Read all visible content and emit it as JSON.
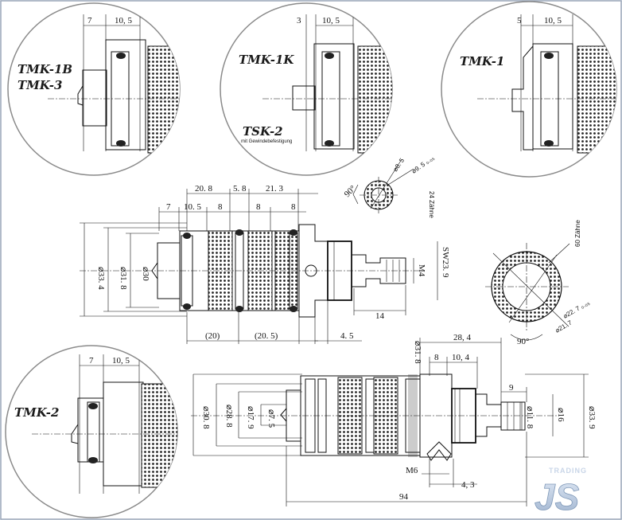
{
  "labels": {
    "tmk1b": "TMK-1B",
    "tmk3": "TMK-3",
    "tmk1k": "TMK-1K",
    "tsk2": "TSK-2",
    "tsk2_sub": "mit Gewindebefestigung",
    "tmk1": "TMK-1",
    "tmk2": "TMK-2"
  },
  "detail_circles": {
    "c1": {
      "d1": "7",
      "d2": "10, 5"
    },
    "c2": {
      "d1": "3",
      "d2": "10, 5"
    },
    "c3": {
      "d1": "5",
      "d2": "10, 5"
    },
    "c4": {
      "d1": "7",
      "d2": "10, 5"
    }
  },
  "main_drawing": {
    "top_dims": [
      "20. 8",
      "5. 8",
      "21. 3"
    ],
    "row2_dims": [
      "7",
      "10. 5",
      "8",
      "8",
      "8"
    ],
    "diameters": [
      "⌀33. 4",
      "⌀31. 8",
      "⌀30"
    ],
    "bottom_dims": [
      "(20)",
      "(20. 5)",
      "4. 5"
    ],
    "right_dims": [
      "14",
      "M4",
      "SW23. 9"
    ]
  },
  "spline_small": {
    "angle": "90°",
    "d1": "⌀8. 5",
    "d2": "⌀9. 5 ₀.₀₅",
    "teeth": "24 Zähne"
  },
  "spline_large": {
    "teeth": "60 Zähne",
    "d1": "⌀22. 7 ₀.₀₅",
    "d2": "⌀21. 7",
    "angle": "90°"
  },
  "lower_drawing": {
    "dims_top": [
      "28, 4",
      "8",
      "10, 4",
      "9"
    ],
    "diameters_left": [
      "⌀30. 8",
      "⌀28. 8",
      "⌀17. 9",
      "⌀7. 5",
      "⌀31. 8"
    ],
    "diameters_right": [
      "⌀11. 8",
      "⌀16",
      "⌀33. 9"
    ],
    "thread": "M6",
    "dim_43": "4, 3",
    "dim_94": "94"
  },
  "logo": {
    "top": "TRADING",
    "main": "JS"
  }
}
